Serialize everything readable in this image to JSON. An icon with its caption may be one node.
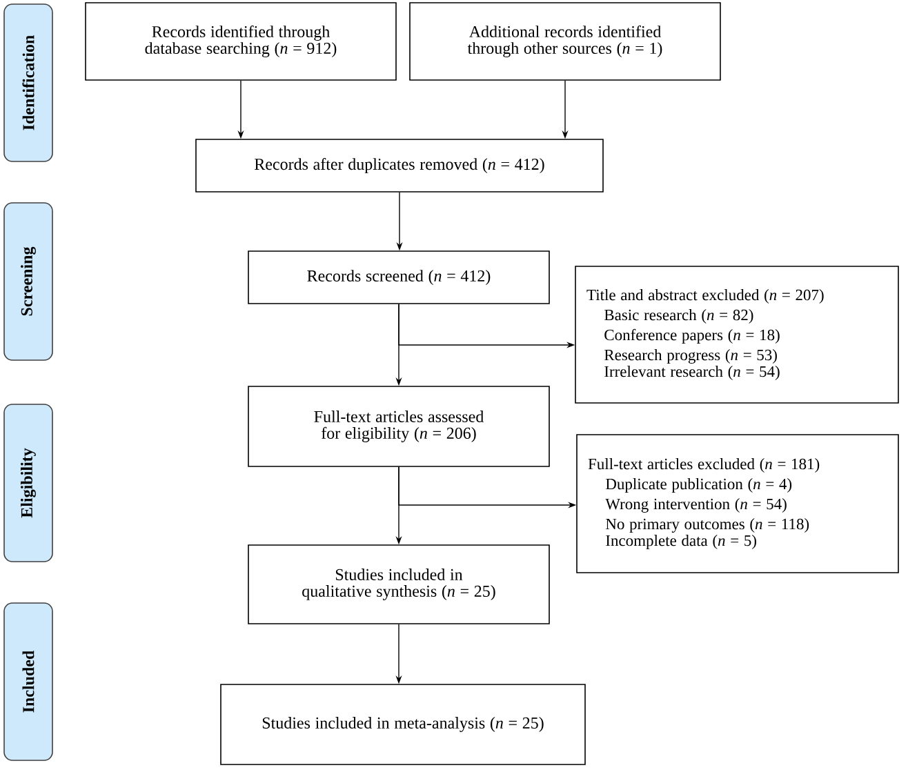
{
  "diagram": {
    "nodes": [
      {
        "text": [
          "Identification"
        ]
      },
      {
        "text": [
          "Records identified through database searching (*n* = 912)"
        ]
      },
      {
        "text": [
          "Additional records identified through other sources (*n* = 1)"
        ]
      },
      {
        "text": [
          "Records after duplicates removed (*n* = 412)"
        ]
      },
      {
        "text": [
          "Screening"
        ]
      },
      {
        "text": [
          "Records screened (*n* = 412)"
        ]
      },
      {
        "text": [
          "Title and abstract excluded (*n* = 207)",
          "Basic research (*n* = 82)",
          "Conference papers (*n* = 18)",
          "Research progress (*n* = 53)",
          "Irrelevant research (*n* = 54)"
        ]
      },
      {
        "text": [
          "Eligibility"
        ]
      },
      {
        "text": [
          "Full-text articles assessed for eligibility (*n* = 206)"
        ]
      },
      {
        "text": [
          "Full-text articles excluded (*n* = 181)",
          "Duplicate publication (*n* = 4)",
          "Wrong intervention (*n* = 54)",
          "No primary outcomes (*n* = 118)",
          "Incomplete data (*n* = 5)"
        ]
      },
      {
        "text": [
          "Studies included in qualitative synthesis (*n* = 25)"
        ]
      },
      {
        "text": [
          "Included"
        ]
      },
      {
        "text": [
          "Studies included in meta-analysis (*n* = 25)"
        ]
      }
    ],
    "edges": [
      {
        "from": 1,
        "to": 3,
        "arrow": "to"
      },
      {
        "from": 2,
        "to": 3,
        "arrow": "to"
      },
      {
        "from": 3,
        "to": 5,
        "arrow": "to"
      },
      {
        "from": 5,
        "to": 8,
        "arrow": "to"
      },
      {
        "from": 5,
        "to": 6,
        "arrow": "to"
      },
      {
        "from": 8,
        "to": 10,
        "arrow": "to"
      },
      {
        "from": 8,
        "to": 9,
        "arrow": "to"
      },
      {
        "from": 10,
        "to": 12,
        "arrow": "to"
      }
    ]
  }
}
